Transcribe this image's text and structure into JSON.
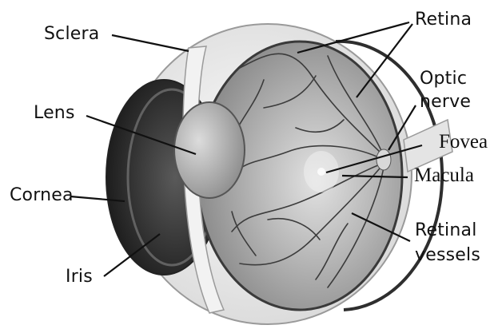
{
  "labels": {
    "sclera": "Sclera",
    "retina": "Retina",
    "optic_nerve_line1": "Optic",
    "optic_nerve_line2": "nerve",
    "lens": "Lens",
    "fovea": "Fovea",
    "macula": "Macula",
    "cornea": "Cornea",
    "retinal_vessels_line1": "Retinal",
    "retinal_vessels_line2": "vessels",
    "iris": "Iris"
  },
  "colors": {
    "leader_line": "#111111",
    "sclera_fill": "#ececec",
    "retina_fill": "#9e9e9e",
    "vessel": "#3a3a3a",
    "iris_dark": "#2b2b2b",
    "lens_fill": "#bdbdbd"
  }
}
